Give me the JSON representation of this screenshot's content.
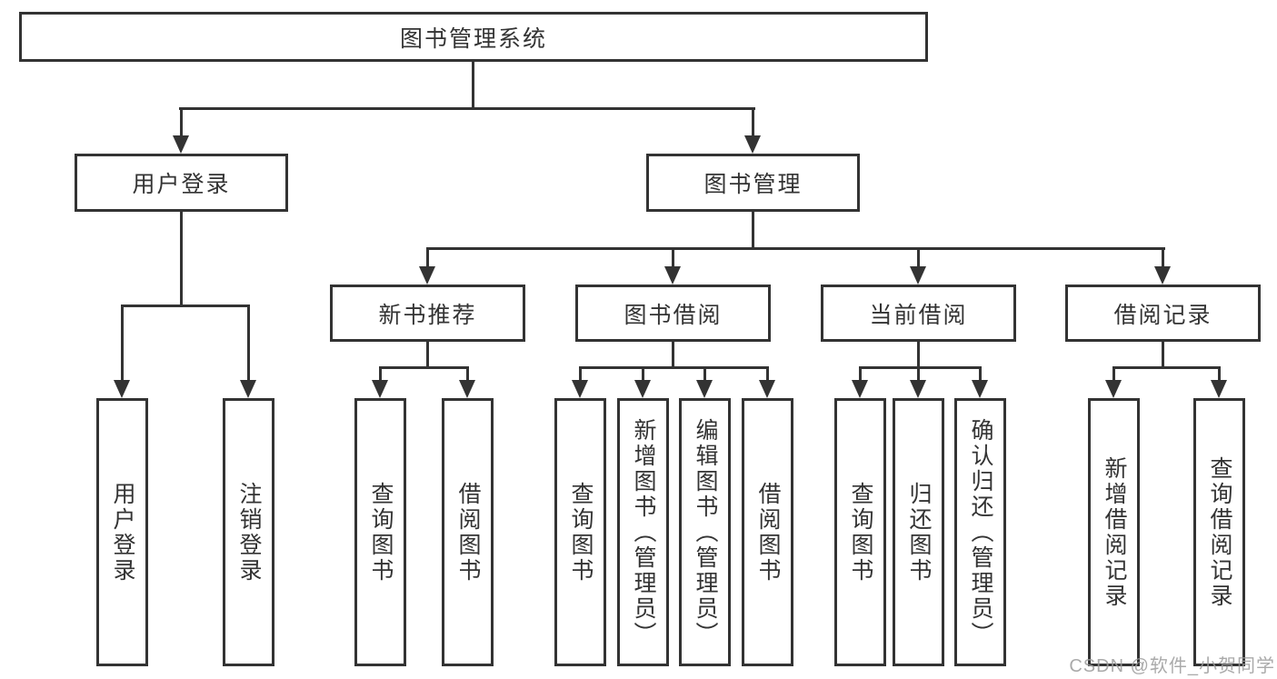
{
  "page": {
    "background": "#ffffff"
  },
  "style": {
    "line_color": "#333333",
    "text_color": "#333333",
    "box_background": "#ffffff",
    "watermark_color": "#9c9c9c"
  },
  "watermark": {
    "text": "CSDN @软件_小贺同学"
  },
  "tree": {
    "label": "图书管理系统",
    "children": [
      {
        "label": "用户登录",
        "children": [
          {
            "label": "用户登录"
          },
          {
            "label": "注销登录"
          }
        ]
      },
      {
        "label": "图书管理",
        "children": [
          {
            "label": "新书推荐",
            "children": [
              {
                "label": "查询图书"
              },
              {
                "label": "借阅图书"
              }
            ]
          },
          {
            "label": "图书借阅",
            "children": [
              {
                "label": "查询图书"
              },
              {
                "label": "新增图书（管理员）"
              },
              {
                "label": "编辑图书（管理员）"
              },
              {
                "label": "借阅图书"
              }
            ]
          },
          {
            "label": "当前借阅",
            "children": [
              {
                "label": "查询图书"
              },
              {
                "label": "归还图书"
              },
              {
                "label": "确认归还（管理员）"
              }
            ]
          },
          {
            "label": "借阅记录",
            "children": [
              {
                "label": "新增借阅记录"
              },
              {
                "label": "查询借阅记录"
              }
            ]
          }
        ]
      }
    ]
  }
}
